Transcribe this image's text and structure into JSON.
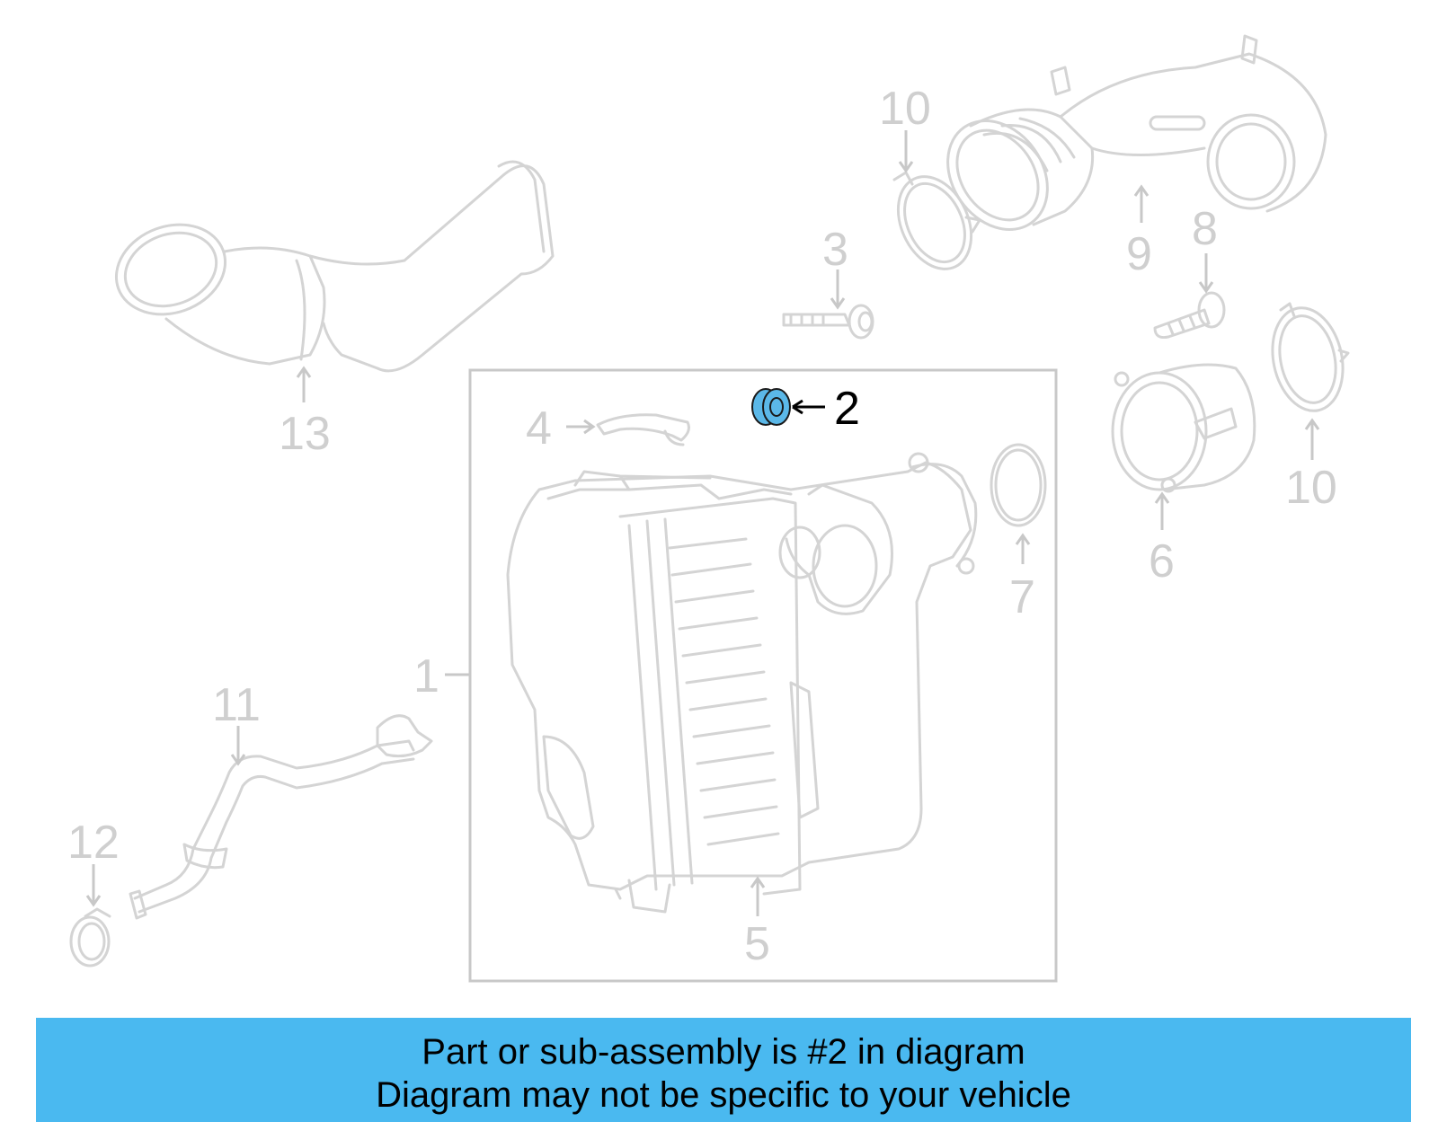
{
  "callouts": [
    {
      "id": "1",
      "text": "1"
    },
    {
      "id": "2",
      "text": "2"
    },
    {
      "id": "3",
      "text": "3"
    },
    {
      "id": "4",
      "text": "4"
    },
    {
      "id": "5",
      "text": "5"
    },
    {
      "id": "6",
      "text": "6"
    },
    {
      "id": "7",
      "text": "7"
    },
    {
      "id": "8",
      "text": "8"
    },
    {
      "id": "9",
      "text": "9"
    },
    {
      "id": "10a",
      "text": "10"
    },
    {
      "id": "10b",
      "text": "10"
    },
    {
      "id": "11",
      "text": "11"
    },
    {
      "id": "12",
      "text": "12"
    },
    {
      "id": "13",
      "text": "13"
    }
  ],
  "highlight": {
    "part": "2",
    "color": "#5bb8e8"
  },
  "banner": {
    "line1": "Part or sub-assembly is #2 in diagram",
    "line2": "Diagram may not be specific to your vehicle",
    "background": "#4ab9f0"
  }
}
